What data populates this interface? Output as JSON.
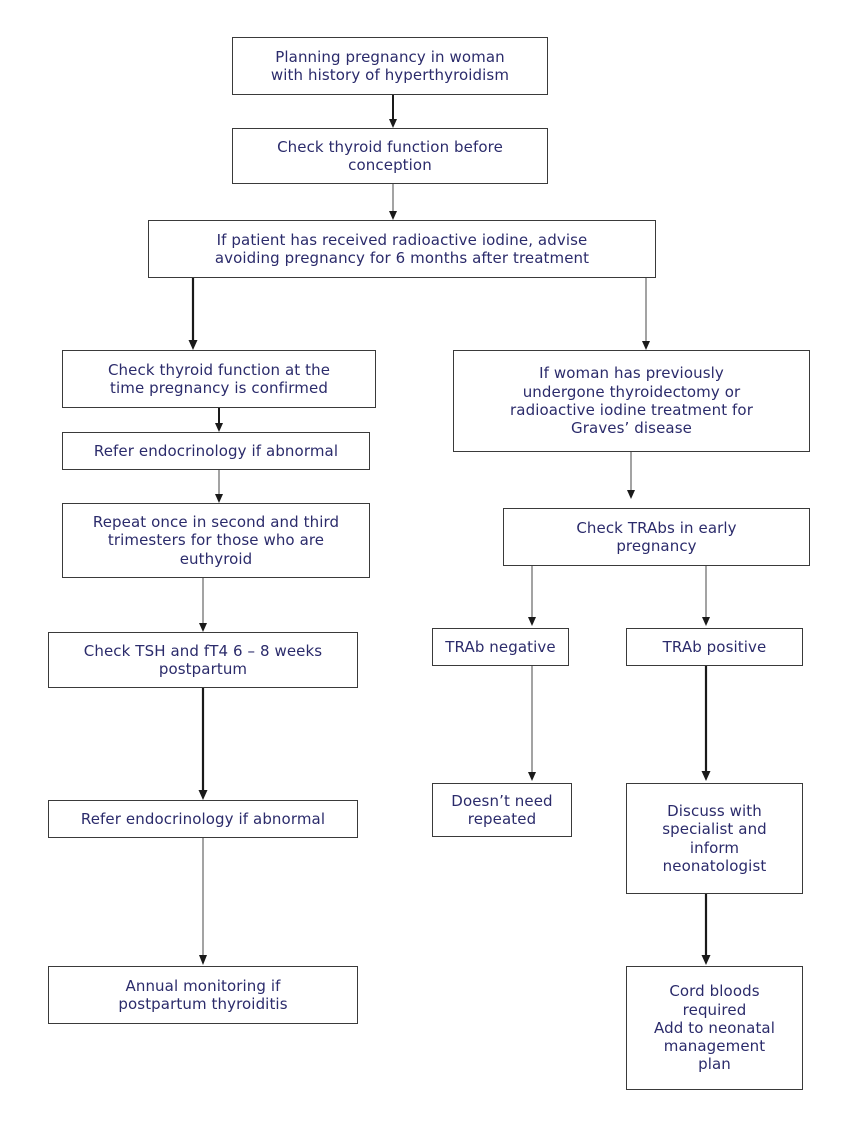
{
  "document": {
    "title": "Hyperthyroidism in pregnancy management flowchart",
    "type": "flowchart",
    "text_color": "#2b2b6b",
    "border_color": "#3a3a3a",
    "arrow_color_dark": "#1a1a1a",
    "arrow_color_light": "#8c8c8c",
    "background": "#ffffff"
  },
  "nodes": [
    {
      "id": "n1",
      "name": "planning-pregnancy",
      "text": "Planning pregnancy in woman\nwith history of hyperthyroidism"
    },
    {
      "id": "n2",
      "name": "check-thyroid-before-conception",
      "text": "Check thyroid function before\nconception"
    },
    {
      "id": "n3",
      "name": "radioactive-iodine-advice",
      "text": "If patient has received radioactive iodine, advise\navoiding pregnancy for 6 months after treatment"
    },
    {
      "id": "n4",
      "name": "check-thyroid-pregnancy-confirmed",
      "text": "Check thyroid function at the\ntime pregnancy is confirmed"
    },
    {
      "id": "n5",
      "name": "refer-endocrinology-abnormal-1",
      "text": "Refer endocrinology if abnormal"
    },
    {
      "id": "n6",
      "name": "repeat-second-third-trimesters",
      "text": "Repeat once in second and third\ntrimesters for those who are\neuthyroid"
    },
    {
      "id": "n7",
      "name": "check-tsh-ft4-postpartum",
      "text": "Check TSH and fT4 6 – 8 weeks\npostpartum"
    },
    {
      "id": "n8",
      "name": "refer-endocrinology-abnormal-2",
      "text": "Refer endocrinology if abnormal"
    },
    {
      "id": "n9",
      "name": "annual-monitoring-thyroiditis",
      "text": "Annual monitoring if\npostpartum thyroiditis"
    },
    {
      "id": "n10",
      "name": "previous-thyroidectomy-or-rai",
      "text": "If woman has previously\nundergone thyroidectomy or\nradioactive iodine treatment for\nGraves’ disease"
    },
    {
      "id": "n11",
      "name": "check-trabs-early-pregnancy",
      "text": "Check TRAbs in early\npregnancy"
    },
    {
      "id": "n12",
      "name": "trab-negative",
      "text": "TRAb negative"
    },
    {
      "id": "n13",
      "name": "trab-positive",
      "text": "TRAb positive"
    },
    {
      "id": "n14",
      "name": "doesnt-need-repeated",
      "text": "Doesn’t need\nrepeated"
    },
    {
      "id": "n15",
      "name": "discuss-with-specialist",
      "text": "Discuss with\nspecialist and\ninform\nneonatologist"
    },
    {
      "id": "n16",
      "name": "cord-bloods-required",
      "text": "Cord bloods\nrequired\nAdd to neonatal\nmanagement\nplan"
    }
  ],
  "edges": [
    {
      "from": "n1",
      "to": "n2",
      "style": "dark"
    },
    {
      "from": "n2",
      "to": "n3",
      "style": "light"
    },
    {
      "from": "n3",
      "to": "n4",
      "style": "dark"
    },
    {
      "from": "n3",
      "to": "n10",
      "style": "light"
    },
    {
      "from": "n4",
      "to": "n5",
      "style": "dark"
    },
    {
      "from": "n5",
      "to": "n6",
      "style": "light"
    },
    {
      "from": "n6",
      "to": "n7",
      "style": "light"
    },
    {
      "from": "n7",
      "to": "n8",
      "style": "dark"
    },
    {
      "from": "n8",
      "to": "n9",
      "style": "light"
    },
    {
      "from": "n10",
      "to": "n11",
      "style": "light"
    },
    {
      "from": "n11",
      "to": "n12",
      "style": "light"
    },
    {
      "from": "n11",
      "to": "n13",
      "style": "light"
    },
    {
      "from": "n12",
      "to": "n14",
      "style": "light"
    },
    {
      "from": "n13",
      "to": "n15",
      "style": "dark"
    },
    {
      "from": "n15",
      "to": "n16",
      "style": "dark"
    }
  ]
}
